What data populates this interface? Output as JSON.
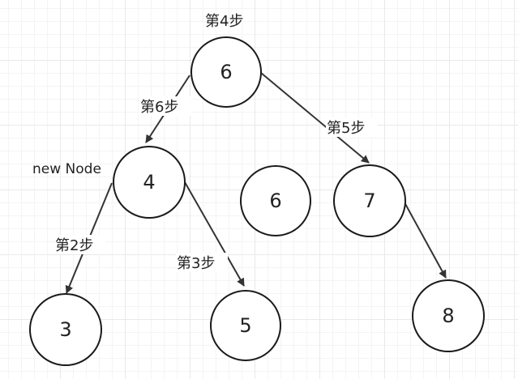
{
  "diagram": {
    "nodes": [
      {
        "id": "root",
        "label": "6"
      },
      {
        "id": "left",
        "label": "4"
      },
      {
        "id": "right",
        "label": "7"
      },
      {
        "id": "new",
        "label": "6"
      },
      {
        "id": "left-left",
        "label": "3"
      },
      {
        "id": "left-right",
        "label": "5"
      },
      {
        "id": "right-right",
        "label": "8"
      }
    ],
    "steps": {
      "step2": "第2步",
      "step3": "第3步",
      "step4": "第4步",
      "step5": "第5步",
      "step6": "第6步"
    },
    "annotation": "new Node",
    "colors": {
      "stroke": "#1a1a1a",
      "edge": "#333333",
      "text": "#222222"
    }
  }
}
